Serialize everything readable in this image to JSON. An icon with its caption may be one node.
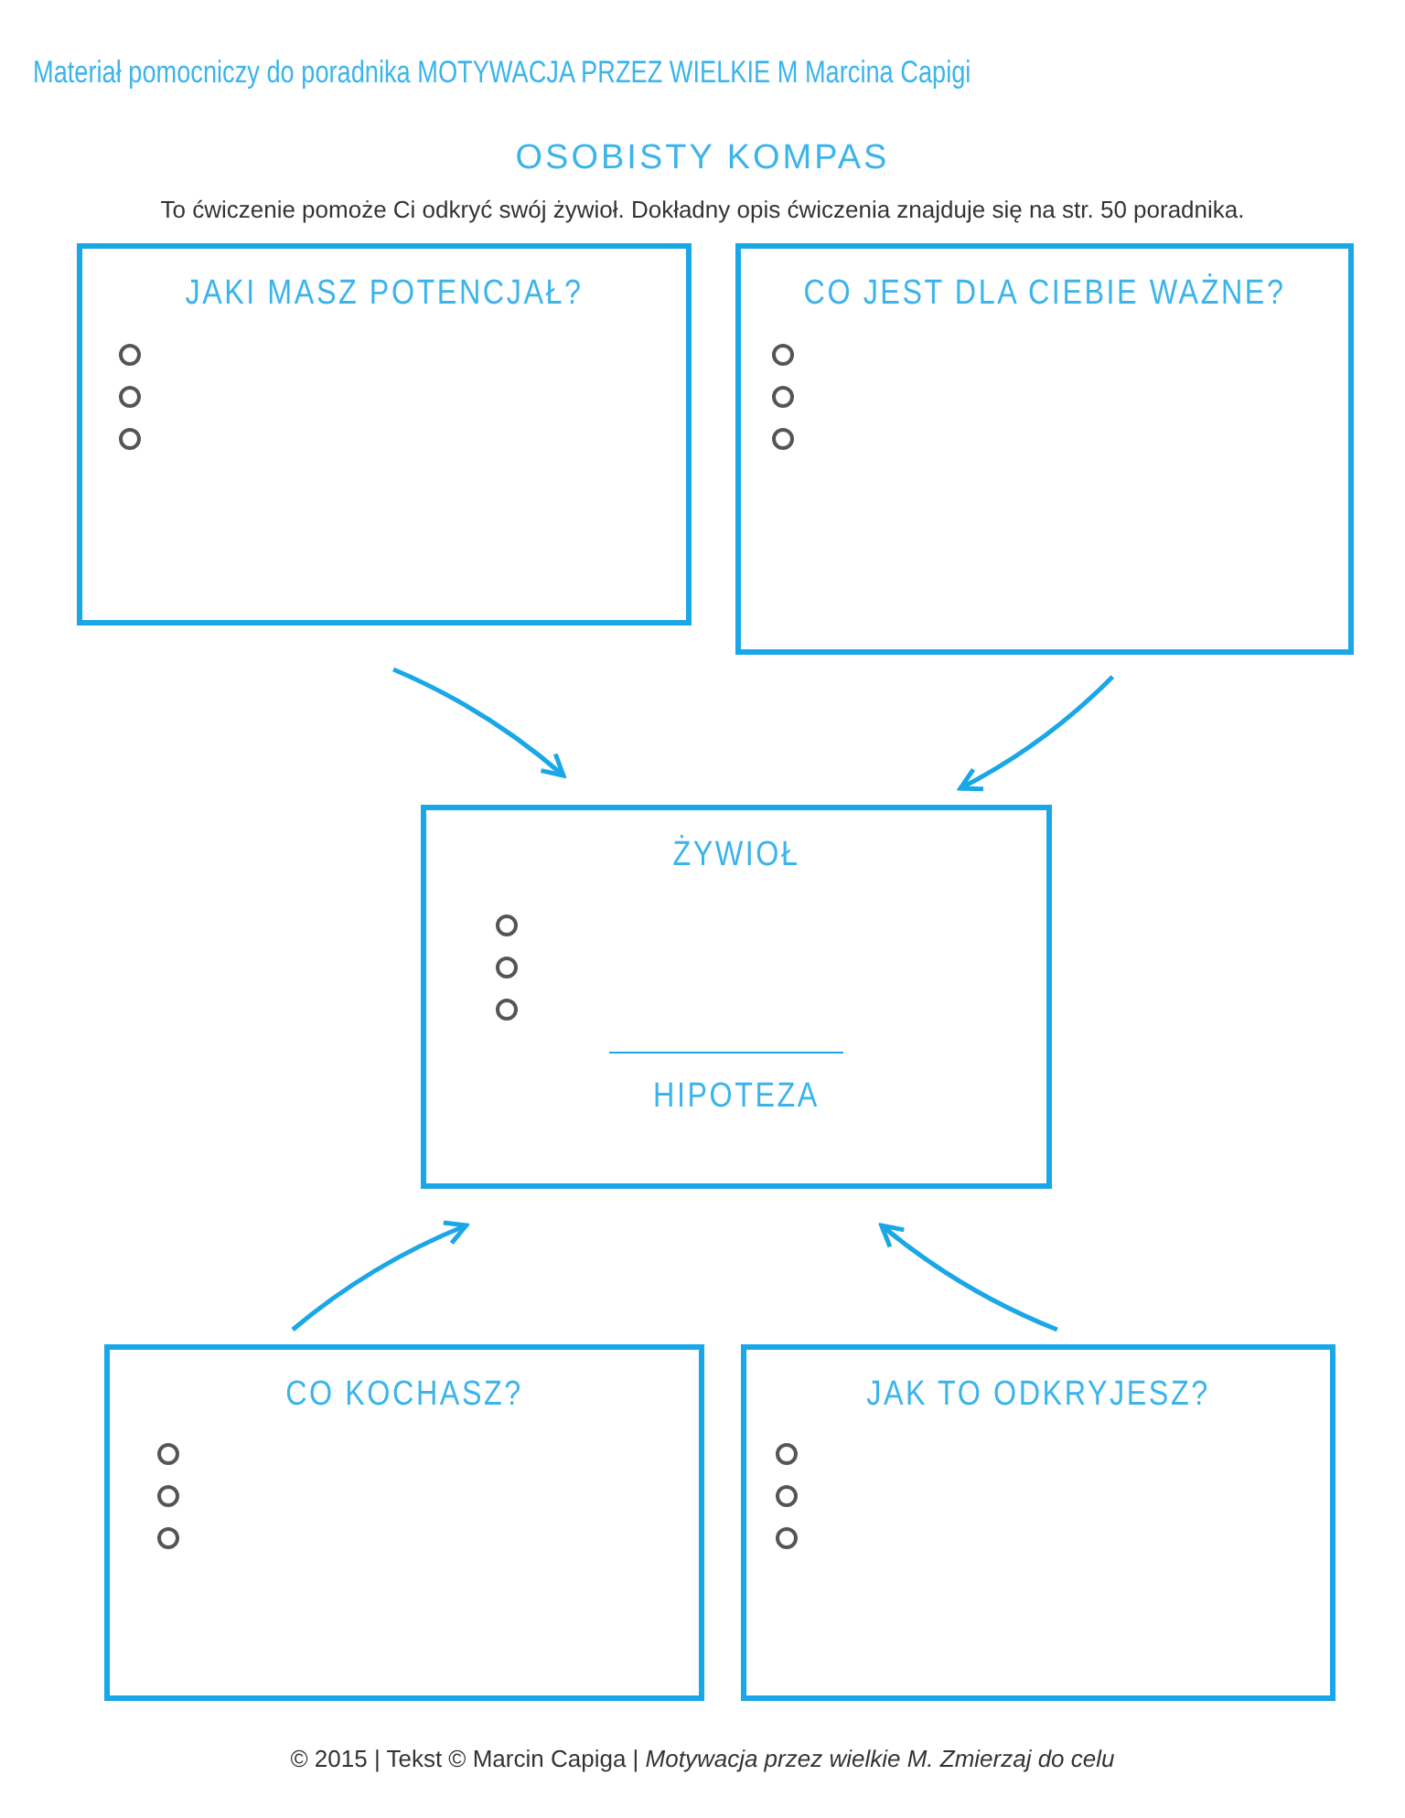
{
  "diagram": {
    "title": "OSOBISTY KOMPAS",
    "nodes": [
      {
        "text": [
          "JAKI MASZ POTENCJAŁ?"
        ]
      },
      {
        "text": [
          "CO JEST DLA CIEBIE WAŻNE?"
        ]
      },
      {
        "text": [
          "ŻYWIOŁ",
          "HIPOTEZA"
        ]
      },
      {
        "text": [
          "CO KOCHASZ?"
        ]
      },
      {
        "text": [
          "JAK TO ODKRYJESZ?"
        ]
      }
    ],
    "edges": [
      {
        "from": 0,
        "to": 2,
        "arrow": "to"
      },
      {
        "from": 1,
        "to": 2,
        "arrow": "to"
      },
      {
        "from": 3,
        "to": 2,
        "arrow": "to"
      },
      {
        "from": 4,
        "to": 2,
        "arrow": "to"
      }
    ],
    "labels": [
      "Materiał pomocniczy do poradnika MOTYWACJA PRZEZ WIELKIE M Marcina Capigi",
      "To ćwiczenie pomoże Ci odkryć swój żywioł. Dokładny opis ćwiczenia znajduje się na str. 50 poradnika.",
      "© 2015 | Tekst © Marcin Capiga | *Motywacja przez wielkie M. Zmierzaj do celu*"
    ]
  }
}
